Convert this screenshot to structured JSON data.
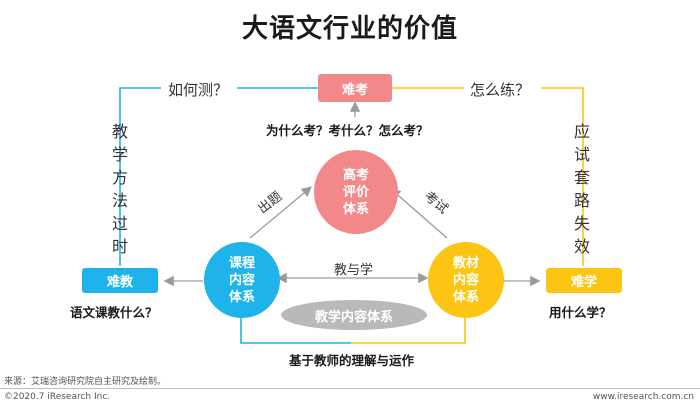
{
  "title": "大语文行业的价值",
  "colors": {
    "blue": "#1fb3ec",
    "pink": "#f3888a",
    "yellow": "#fcc514",
    "gray": "#b9b9b9",
    "line": "#9a9a9a"
  },
  "boxes": {
    "exam": "难考",
    "teach": "难教",
    "learn": "难学"
  },
  "circles": {
    "gaokao": "高考\n评价\n体系",
    "course": "课程\n内容\n体系",
    "textbook": "教材\n内容\n体系"
  },
  "ellipse": "教学内容体系",
  "labels": {
    "how_test": "如何测？",
    "how_practice": "怎么练？",
    "exam_questions": "为什么考？考什么？怎么考？",
    "set_questions": "出题",
    "exam": "考试",
    "teach_learn": "教与学",
    "teach_what": "语文课教什么？",
    "use_what": "用什么学？",
    "teacher_basis": "基于教师的理解与运作",
    "left_vertical": "教学方法过时",
    "right_vertical": "应试套路失效"
  },
  "footer": {
    "source": "来源：艾瑞咨询研究院自主研究及绘制。",
    "copyright": "©2020.7 iResearch Inc.",
    "website": "www.iresearch.com.cn"
  }
}
